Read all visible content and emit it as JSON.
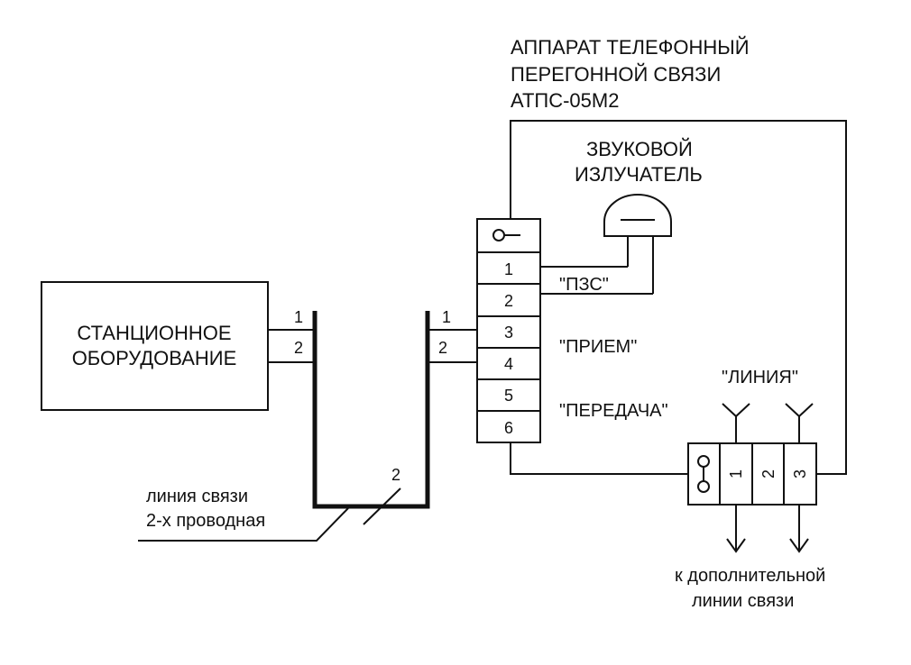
{
  "device": {
    "title_line1": "АППАРАТ ТЕЛЕФОННЫЙ",
    "title_line2": "ПЕРЕГОННОЙ СВЯЗИ",
    "title_line3": "АТПС-05М2"
  },
  "emitter": {
    "label_line1": "ЗВУКОВОЙ",
    "label_line2": "ИЗЛУЧАТЕЛЬ"
  },
  "station": {
    "label_line1": "СТАНЦИОННОЕ",
    "label_line2": "ОБОРУДОВАНИЕ",
    "wire1": "1",
    "wire2": "2"
  },
  "terminal_block": {
    "pins": [
      "1",
      "2",
      "3",
      "4",
      "5",
      "6"
    ]
  },
  "signals": {
    "pzs": "\"ПЗС\"",
    "priem": "\"ПРИЕМ\"",
    "peredacha": "\"ПЕРЕДАЧА\"",
    "liniya": "\"ЛИНИЯ\""
  },
  "line": {
    "left_wire1": "1",
    "left_wire2": "2",
    "right_wire1": "1",
    "right_wire2": "2",
    "wire_count": "2",
    "label_line1": "линия связи",
    "label_line2": "2-х проводная"
  },
  "connector": {
    "pins": [
      "1",
      "2",
      "3"
    ]
  },
  "extra_line": {
    "label_line1": "к дополнительной",
    "label_line2": "линии связи"
  }
}
